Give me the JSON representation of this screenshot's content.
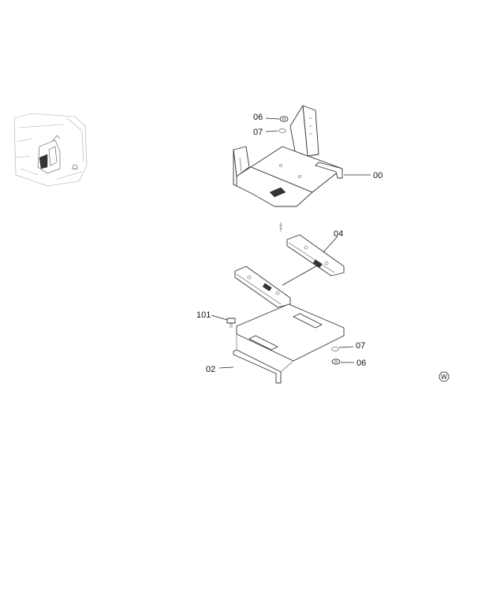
{
  "labels": {
    "p00": "00",
    "p02": "02",
    "p04": "04",
    "p06_top": "06",
    "p07_top": "07",
    "p06_bottom": "06",
    "p07_bottom": "07",
    "p101": "101"
  },
  "mark": {
    "symbol": "W"
  }
}
